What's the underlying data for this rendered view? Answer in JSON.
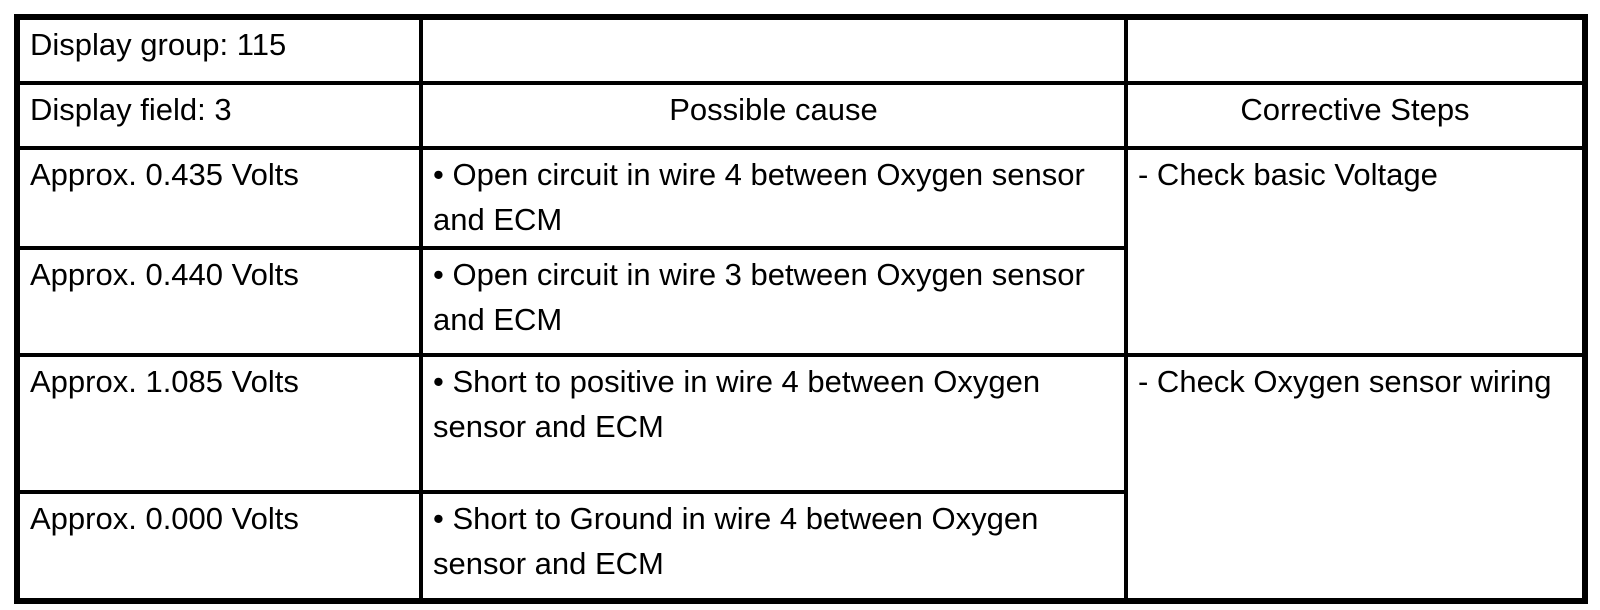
{
  "table": {
    "info_row": {
      "display_group": "Display group: 115",
      "cause_cell": "",
      "corrective_cell": ""
    },
    "header_row": {
      "display_field": "Display field: 3",
      "possible_cause": "Possible cause",
      "corrective_steps": "Corrective Steps"
    },
    "body_rows": [
      {
        "value": "Approx. 0.435 Volts",
        "cause": "• Open circuit in wire 4 between Oxygen sensor and ECM",
        "corrective": "- Check basic Voltage"
      },
      {
        "value": "Approx. 0.440 Volts",
        "cause": "• Open circuit in wire 3 between Oxygen sensor and ECM"
      },
      {
        "value": "Approx. 1.085 Volts",
        "cause": "• Short to positive in wire 4 between Oxygen sensor and ECM",
        "corrective": "- Check Oxygen sensor wiring"
      },
      {
        "value": "Approx. 0.000 Volts",
        "cause": "• Short to Ground in wire 4 between Oxygen sensor and ECM"
      }
    ],
    "colors": {
      "border": "#000000",
      "text": "#000000",
      "background": "#ffffff"
    }
  }
}
